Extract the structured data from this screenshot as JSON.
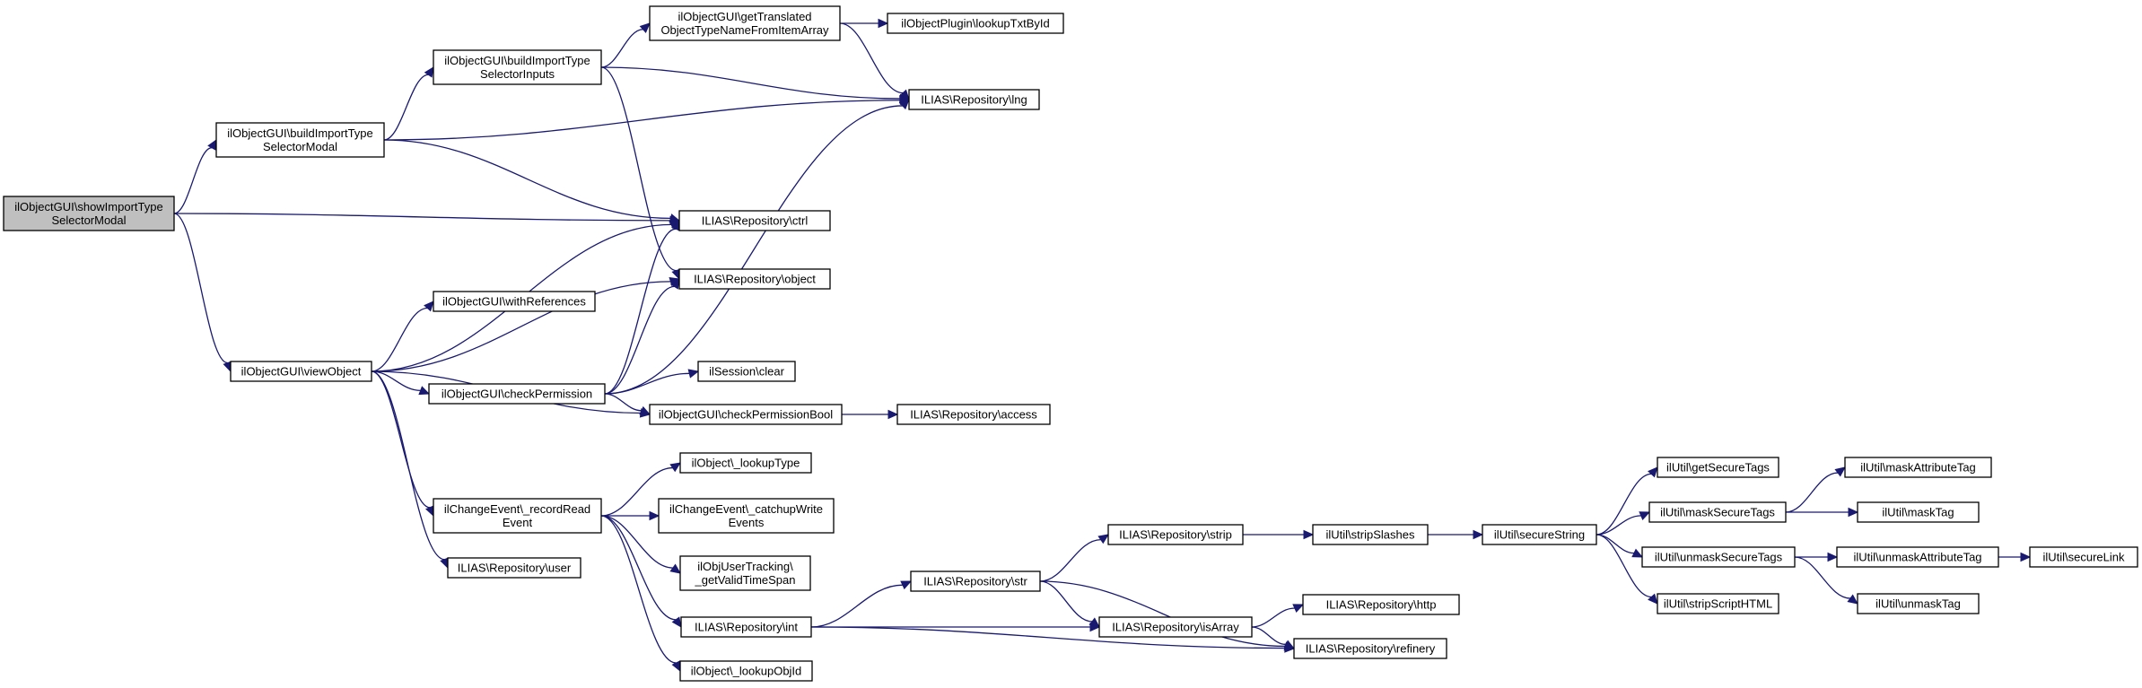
{
  "colors": {
    "edge": "#191970",
    "root_fill": "#bfbfbf",
    "node_fill": "#ffffff"
  },
  "nodes": {
    "root": [
      "ilObjectGUI\\showImportType",
      "SelectorModal"
    ],
    "buildModal": [
      "ilObjectGUI\\buildImportType",
      "SelectorModal"
    ],
    "viewObject": [
      "ilObjectGUI\\viewObject"
    ],
    "buildInputs": [
      "ilObjectGUI\\buildImportType",
      "SelectorInputs"
    ],
    "getTrans": [
      "ilObjectGUI\\getTranslated",
      "ObjectTypeNameFromItemArray"
    ],
    "lookupTxt": [
      "ilObjectPlugin\\lookupTxtById"
    ],
    "lng": [
      "ILIAS\\Repository\\lng"
    ],
    "ctrl": [
      "ILIAS\\Repository\\ctrl"
    ],
    "object": [
      "ILIAS\\Repository\\object"
    ],
    "withRefs": [
      "ilObjectGUI\\withReferences"
    ],
    "checkPerm": [
      "ilObjectGUI\\checkPermission"
    ],
    "session": [
      "ilSession\\clear"
    ],
    "checkBool": [
      "ilObjectGUI\\checkPermissionBool"
    ],
    "access": [
      "ILIAS\\Repository\\access"
    ],
    "recordRead": [
      "ilChangeEvent\\_recordRead",
      "Event"
    ],
    "lookupType": [
      "ilObject\\_lookupType"
    ],
    "catchup": [
      "ilChangeEvent\\_catchupWrite",
      "Events"
    ],
    "objUser": [
      "ilObjUserTracking\\",
      "_getValidTimeSpan"
    ],
    "user": [
      "ILIAS\\Repository\\user"
    ],
    "int": [
      "ILIAS\\Repository\\int"
    ],
    "lookupObjId": [
      "ilObject\\_lookupObjId"
    ],
    "str": [
      "ILIAS\\Repository\\str"
    ],
    "strip": [
      "ILIAS\\Repository\\strip"
    ],
    "stripSlashes": [
      "ilUtil\\stripSlashes"
    ],
    "isArray": [
      "ILIAS\\Repository\\isArray"
    ],
    "http": [
      "ILIAS\\Repository\\http"
    ],
    "refinery": [
      "ILIAS\\Repository\\refinery"
    ],
    "secureString": [
      "ilUtil\\secureString"
    ],
    "getSecureTags": [
      "ilUtil\\getSecureTags"
    ],
    "maskSecureTags": [
      "ilUtil\\maskSecureTags"
    ],
    "unmaskSecureTags": [
      "ilUtil\\unmaskSecureTags"
    ],
    "stripScript": [
      "ilUtil\\stripScriptHTML"
    ],
    "maskAttr": [
      "ilUtil\\maskAttributeTag"
    ],
    "maskTag": [
      "ilUtil\\maskTag"
    ],
    "unmaskAttr": [
      "ilUtil\\unmaskAttributeTag"
    ],
    "unmaskTag": [
      "ilUtil\\unmaskTag"
    ],
    "secureLink": [
      "ilUtil\\secureLink"
    ]
  },
  "edges": [
    [
      "root",
      "buildModal"
    ],
    [
      "root",
      "ctrl"
    ],
    [
      "root",
      "viewObject"
    ],
    [
      "buildModal",
      "buildInputs"
    ],
    [
      "buildModal",
      "lng"
    ],
    [
      "buildModal",
      "ctrl"
    ],
    [
      "buildInputs",
      "getTrans"
    ],
    [
      "buildInputs",
      "lng"
    ],
    [
      "buildInputs",
      "object"
    ],
    [
      "getTrans",
      "lookupTxt"
    ],
    [
      "getTrans",
      "lng"
    ],
    [
      "viewObject",
      "ctrl"
    ],
    [
      "viewObject",
      "object"
    ],
    [
      "viewObject",
      "withRefs"
    ],
    [
      "viewObject",
      "checkPerm"
    ],
    [
      "viewObject",
      "checkBool"
    ],
    [
      "viewObject",
      "recordRead"
    ],
    [
      "viewObject",
      "user"
    ],
    [
      "checkPerm",
      "ctrl"
    ],
    [
      "checkPerm",
      "object"
    ],
    [
      "checkPerm",
      "lng"
    ],
    [
      "checkPerm",
      "session"
    ],
    [
      "checkPerm",
      "checkBool"
    ],
    [
      "checkBool",
      "access"
    ],
    [
      "recordRead",
      "lookupType"
    ],
    [
      "recordRead",
      "catchup"
    ],
    [
      "recordRead",
      "objUser"
    ],
    [
      "recordRead",
      "int"
    ],
    [
      "recordRead",
      "lookupObjId"
    ],
    [
      "int",
      "str"
    ],
    [
      "int",
      "isArray"
    ],
    [
      "int",
      "refinery"
    ],
    [
      "str",
      "strip"
    ],
    [
      "str",
      "isArray"
    ],
    [
      "str",
      "refinery"
    ],
    [
      "strip",
      "stripSlashes"
    ],
    [
      "stripSlashes",
      "secureString"
    ],
    [
      "isArray",
      "http"
    ],
    [
      "isArray",
      "refinery"
    ],
    [
      "secureString",
      "getSecureTags"
    ],
    [
      "secureString",
      "maskSecureTags"
    ],
    [
      "secureString",
      "unmaskSecureTags"
    ],
    [
      "secureString",
      "stripScript"
    ],
    [
      "maskSecureTags",
      "maskAttr"
    ],
    [
      "maskSecureTags",
      "maskTag"
    ],
    [
      "unmaskSecureTags",
      "unmaskAttr"
    ],
    [
      "unmaskSecureTags",
      "unmaskTag"
    ],
    [
      "unmaskAttr",
      "secureLink"
    ]
  ]
}
